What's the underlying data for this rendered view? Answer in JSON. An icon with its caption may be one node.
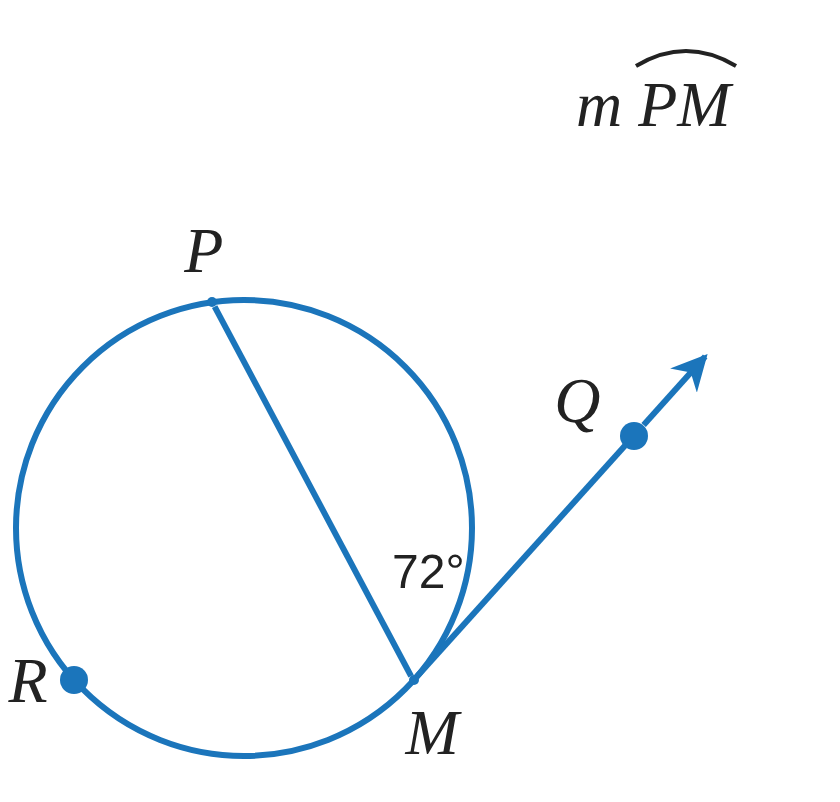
{
  "diagram": {
    "title": "m PM",
    "nodes": [
      {
        "text": [],
        "shape": "point",
        "beside": [
          "P"
        ]
      },
      {
        "text": [],
        "shape": "point",
        "beside": [
          "M"
        ]
      },
      {
        "text": [],
        "shape": "dot",
        "beside": [
          "Q"
        ]
      },
      {
        "text": [],
        "shape": "dot",
        "beside": [
          "R"
        ]
      }
    ],
    "edges": [
      {
        "from": 0,
        "to": 1,
        "arrow": "none"
      },
      {
        "from": 1,
        "to": 2,
        "arrow": "none"
      },
      {
        "from": 2,
        "to": null,
        "arrow": "to"
      }
    ],
    "labels": [
      "72°"
    ]
  }
}
